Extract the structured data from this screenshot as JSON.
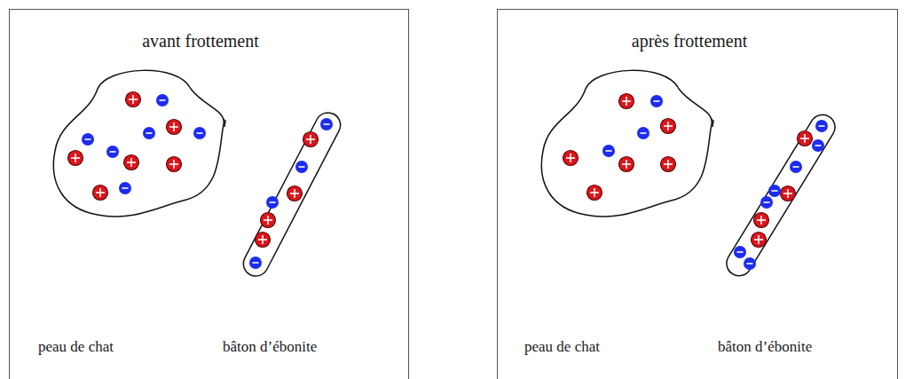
{
  "diagram": {
    "nodes": [
      {
        "text": [
          "avant frottement",
          "peau de chat",
          "bâton d’ébonite"
        ]
      },
      {
        "text": [
          "après frottement",
          "peau de chat",
          "bâton d’ébonite"
        ]
      }
    ]
  }
}
